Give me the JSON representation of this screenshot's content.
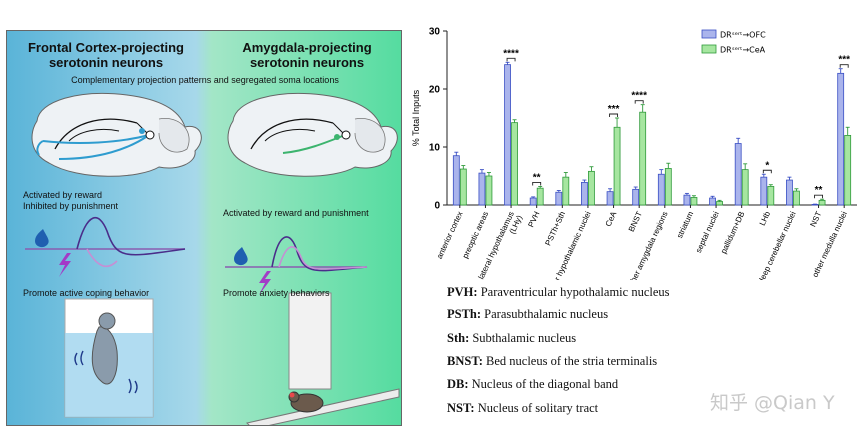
{
  "panel": {
    "left_title": "Frontal Cortex-projecting\nserotonin neurons",
    "right_title": "Amygdala-projecting\nserotonin neurons",
    "subtitle": "Complementary projection patterns and segregated soma locations",
    "left_activity": "Activated by reward\nInhibited by punishment",
    "right_activity": "Activated by reward and punishment",
    "left_behavior": "Promote active coping behavior",
    "right_behavior": "Promote anxiety behaviors",
    "colors": {
      "left_bg": "#5ab4d8",
      "right_bg": "#55dca0",
      "ofc_axon": "#2e9ccf",
      "cea_axon": "#3cb46e"
    }
  },
  "abbreviations": [
    {
      "abbr": "PVH:",
      "full": "Paraventricular hypothalamic nucleus"
    },
    {
      "abbr": "PSTh:",
      "full": "Parasubthalamic nucleus"
    },
    {
      "abbr": "Sth:",
      "full": "Subthalamic nucleus"
    },
    {
      "abbr": "BNST:",
      "full": "Bed nucleus of the stria terminalis"
    },
    {
      "abbr": "DB:",
      "full": "Nucleus of the diagonal band"
    },
    {
      "abbr": "NST:",
      "full": "Nucleus of solitary tract"
    }
  ],
  "watermark": "知乎 @Qian Y",
  "chart_data": {
    "type": "bar",
    "ylabel": "% Total Inputs",
    "ylim": [
      0,
      30
    ],
    "yticks": [
      "0",
      "10",
      "20",
      "30"
    ],
    "categories": [
      "anterior cortex",
      "preoptic areas",
      "lateral hypothalamus\n(LHy)",
      "PVH",
      "PSTh+Sth",
      "other hypothalamic nuclei",
      "CeA",
      "BNST",
      "other amygdala regions",
      "striatum",
      "septal nuclei",
      "pallidum+DB",
      "LHb",
      "deep cerebellar nuclei",
      "NST",
      "other medulla nuclei"
    ],
    "series": [
      {
        "name": "DRˢᵉʳᵗ→OFC",
        "color": "#aab4ec",
        "edge": "#3a4fc4",
        "values": [
          8.5,
          5.5,
          24.2,
          1.2,
          2.2,
          3.9,
          2.3,
          2.7,
          5.3,
          1.7,
          1.2,
          10.6,
          4.8,
          4.3,
          0.1,
          22.7
        ],
        "errors": [
          0.6,
          0.6,
          0.4,
          0.2,
          0.3,
          0.4,
          0.5,
          0.4,
          0.8,
          0.3,
          0.3,
          0.9,
          0.5,
          0.5,
          0.05,
          0.8
        ]
      },
      {
        "name": "DRˢᵉʳᵗ→CeA",
        "color": "#a6e6a0",
        "edge": "#2f9a3a",
        "values": [
          6.2,
          5.0,
          14.2,
          2.9,
          4.8,
          5.8,
          13.4,
          16.0,
          6.3,
          1.3,
          0.6,
          6.1,
          3.2,
          2.4,
          0.8,
          12.0
        ],
        "errors": [
          0.6,
          0.6,
          0.5,
          0.3,
          0.8,
          0.8,
          1.6,
          1.3,
          0.9,
          0.3,
          0.2,
          1.0,
          0.3,
          0.4,
          0.2,
          1.4
        ]
      }
    ],
    "significance": [
      {
        "category": "lateral hypothalamus\n(LHy)",
        "label": "****"
      },
      {
        "category": "PVH",
        "label": "**"
      },
      {
        "category": "CeA",
        "label": "***"
      },
      {
        "category": "BNST",
        "label": "****"
      },
      {
        "category": "LHb",
        "label": "*"
      },
      {
        "category": "NST",
        "label": "**"
      },
      {
        "category": "other medulla nuclei",
        "label": "***"
      }
    ],
    "legend": "top-right"
  }
}
